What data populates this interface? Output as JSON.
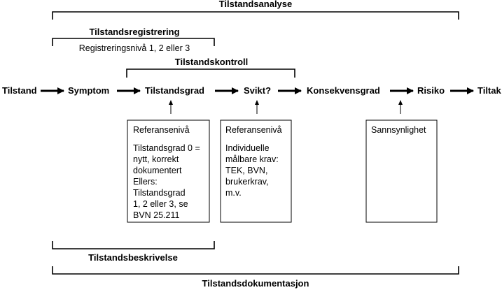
{
  "brackets": {
    "tilstandsanalyse": "Tilstandsanalyse",
    "tilstandsregistrering": "Tilstandsregistrering",
    "registreringsniva": "Registreringsnivå 1, 2 eller 3",
    "tilstandskontroll": "Tilstandskontroll",
    "tilstandsbeskrivelse": "Tilstandsbeskrivelse",
    "tilstandsdokumentasjon": "Tilstandsdokumentasjon"
  },
  "flow": {
    "tilstand": "Tilstand",
    "symptom": "Symptom",
    "tilstandsgrad": "Tilstandsgrad",
    "svikt": "Svikt?",
    "konsekvensgrad": "Konsekvensgrad",
    "risiko": "Risiko",
    "tiltak": "Tiltak"
  },
  "boxes": {
    "box1": {
      "title": "Referansenivå",
      "body": "Tilstandsgrad 0 =\nnytt, korrekt\ndokumentert\nEllers:\nTilstandsgrad\n1, 2 eller 3, se\nBVN 25.211"
    },
    "box2": {
      "title": "Referansenivå",
      "body": "Individuelle\nmålbare krav:\nTEK, BVN,\nbrukerkrav,\nm.v."
    },
    "box3": {
      "title": "Sannsynlighet"
    }
  }
}
